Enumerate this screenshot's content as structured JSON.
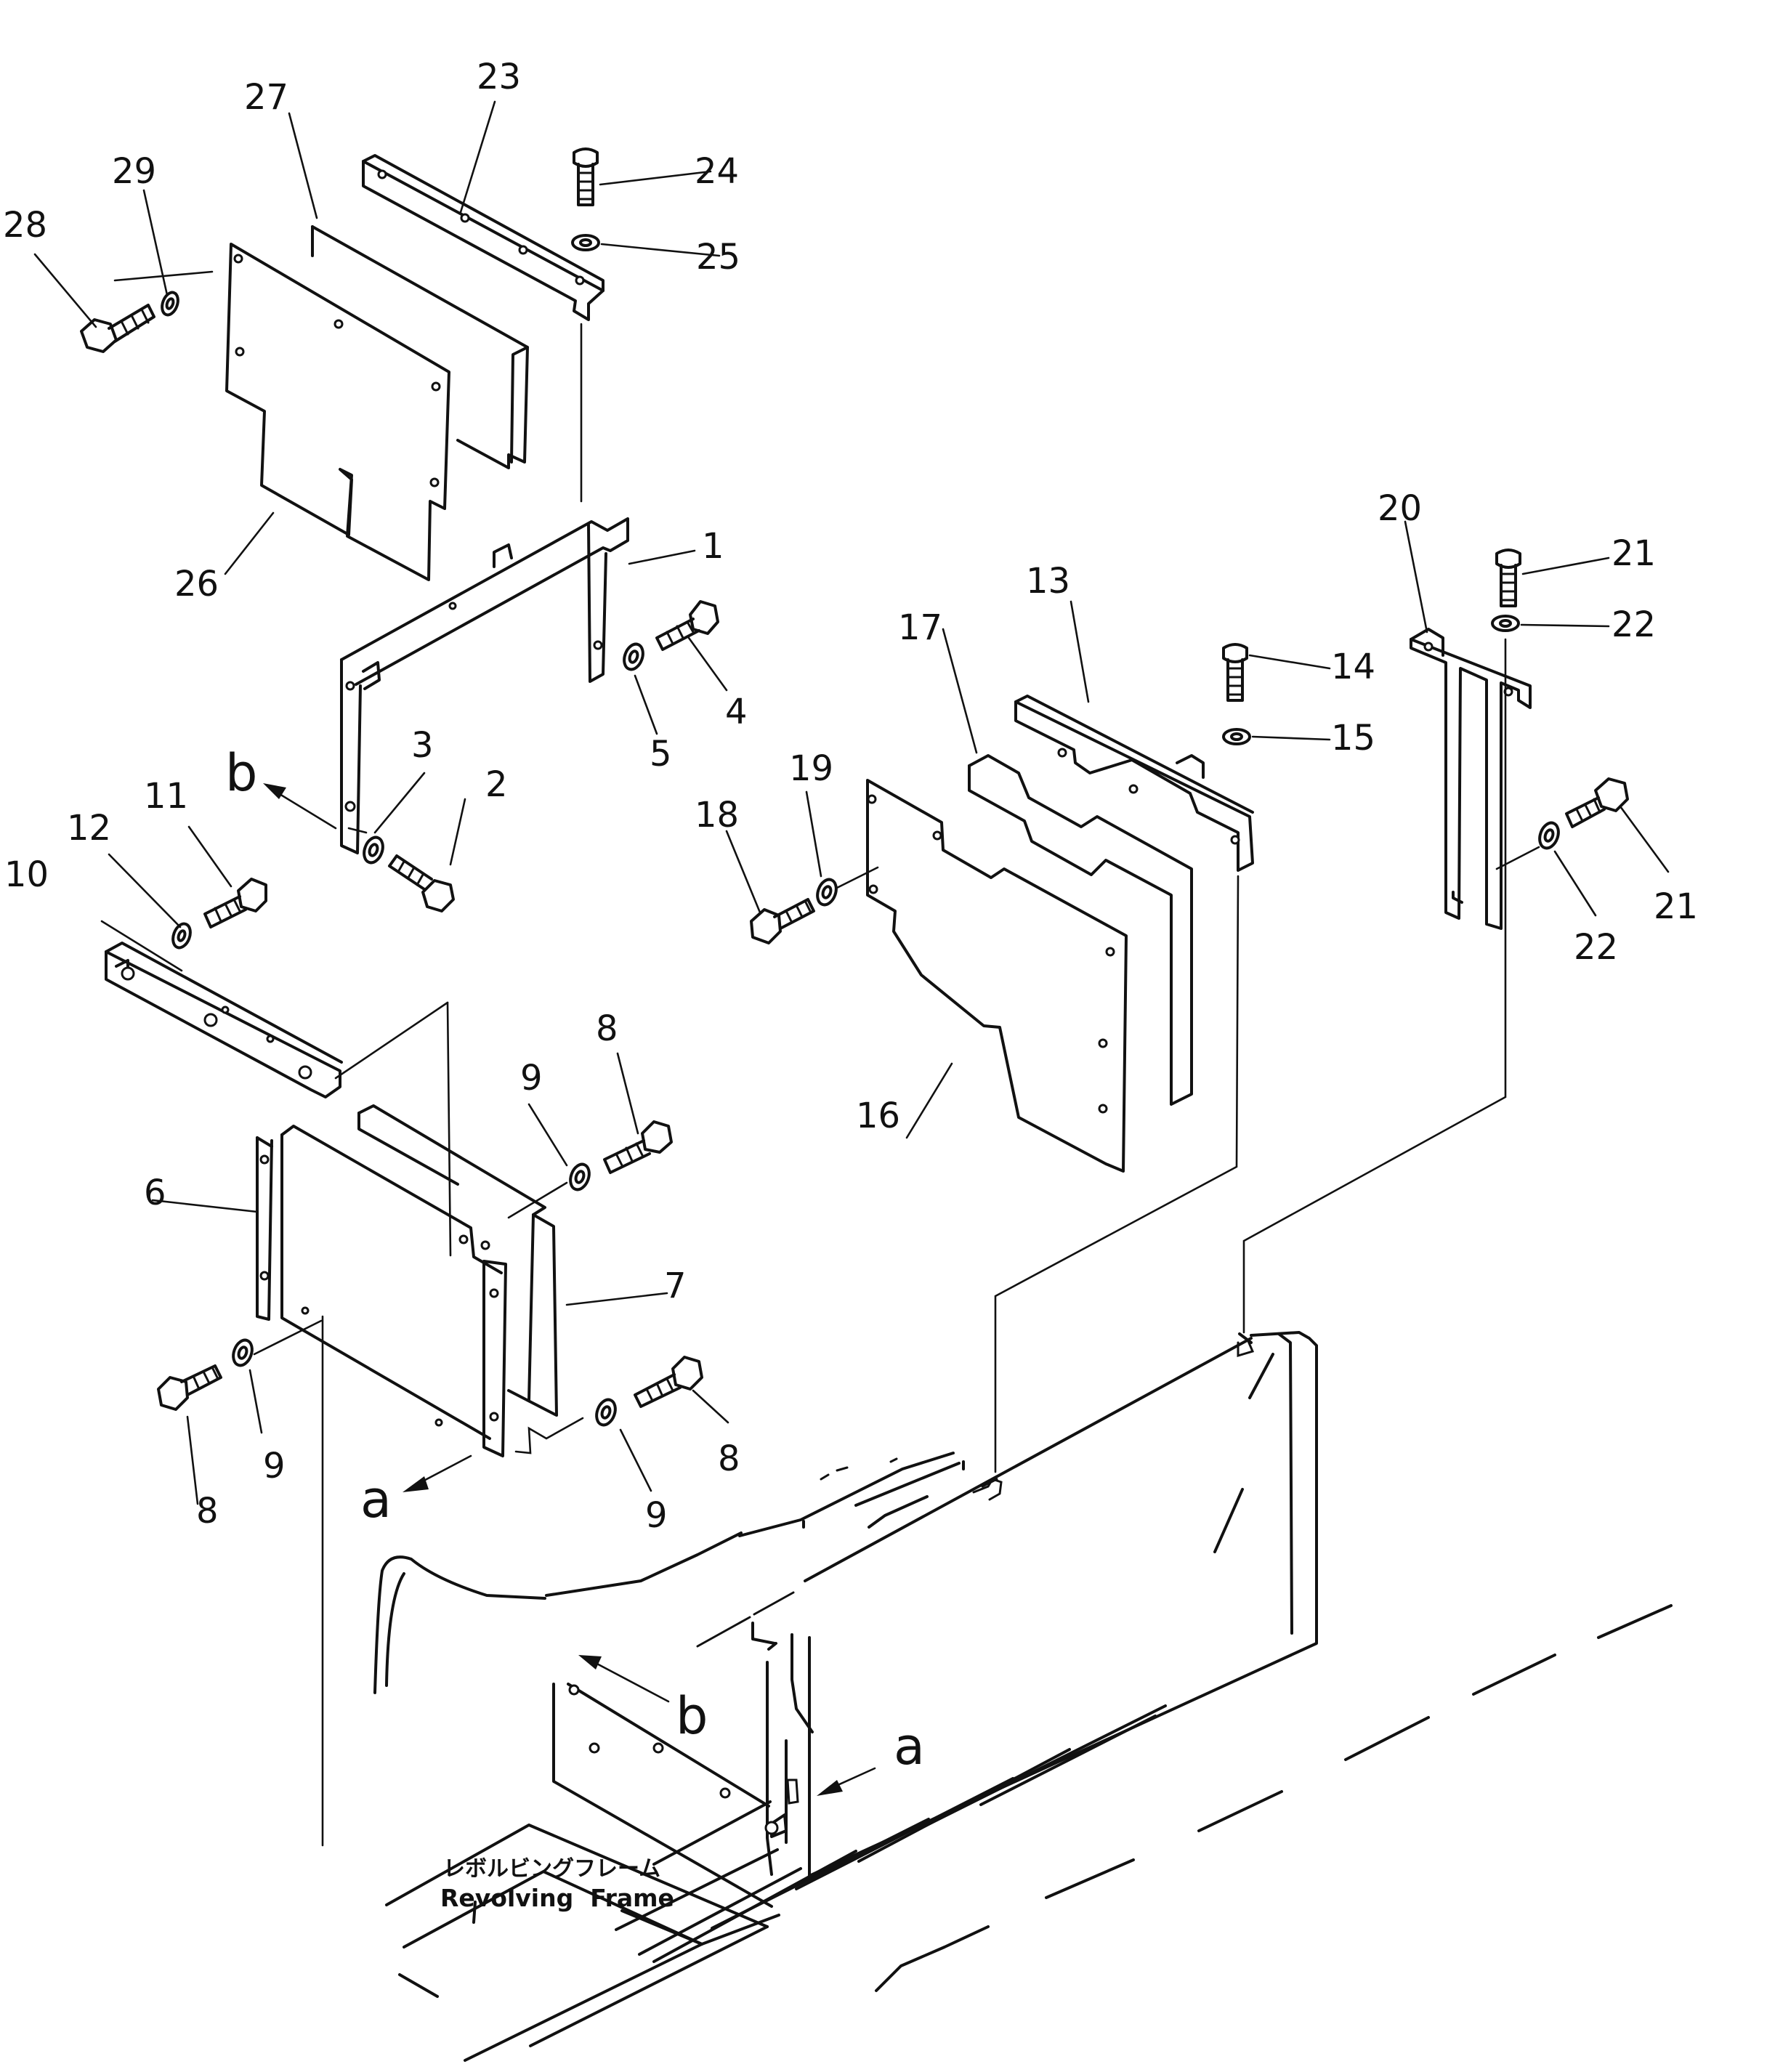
{
  "callouts": {
    "c1": "1",
    "c2": "2",
    "c3": "3",
    "c4": "4",
    "c5": "5",
    "c6": "6",
    "c7": "7",
    "c8a": "8",
    "c8b": "8",
    "c8c": "8",
    "c9a": "9",
    "c9b": "9",
    "c9c": "9",
    "c10": "10",
    "c11": "11",
    "c12": "12",
    "c13": "13",
    "c14": "14",
    "c15": "15",
    "c16": "16",
    "c17": "17",
    "c18": "18",
    "c19": "19",
    "c20": "20",
    "c21a": "21",
    "c21b": "21",
    "c22a": "22",
    "c22b": "22",
    "c23": "23",
    "c24": "24",
    "c25": "25",
    "c26": "26",
    "c27": "27",
    "c28": "28",
    "c29": "29"
  },
  "views": {
    "b_top": "b",
    "a_left": "a",
    "b_frame": "b",
    "a_frame": "a"
  },
  "frame_label": {
    "japanese": "レボルビングフレーム",
    "english": "Revolving  Frame"
  }
}
